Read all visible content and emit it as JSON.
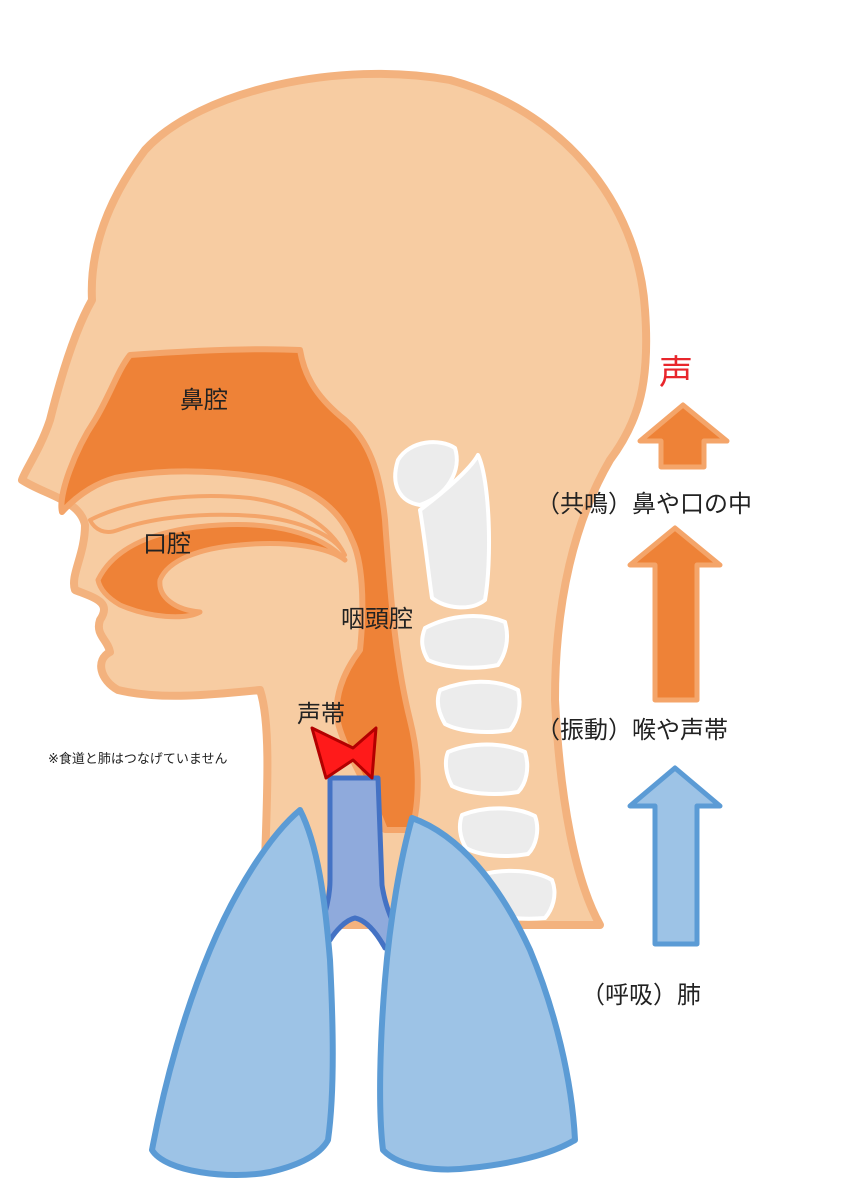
{
  "labels": {
    "nasal_cavity": "鼻腔",
    "oral_cavity": "口腔",
    "pharynx": "咽頭腔",
    "vocal_cords": "声帯",
    "note": "※食道と肺はつなげていません"
  },
  "flow": {
    "voice": "声",
    "resonance": "（共鳴）鼻や口の中",
    "vibration": "（振動）喉や声帯",
    "breathing": "（呼吸）肺"
  },
  "colors": {
    "skin": "#f7cca2",
    "skin_outline": "#f3b27e",
    "cavity": "#ee8237",
    "cavity_outline": "#f4a56a",
    "bone": "#ececec",
    "bone_outline": "#ffffff",
    "lung": "#9dc3e6",
    "lung_outline": "#5b9bd5",
    "trachea": "#8faadc",
    "trachea_outline": "#4472c4",
    "vocal_cords": "#ff1a1a",
    "voice_text": "#e8262c",
    "text": "#222222"
  }
}
